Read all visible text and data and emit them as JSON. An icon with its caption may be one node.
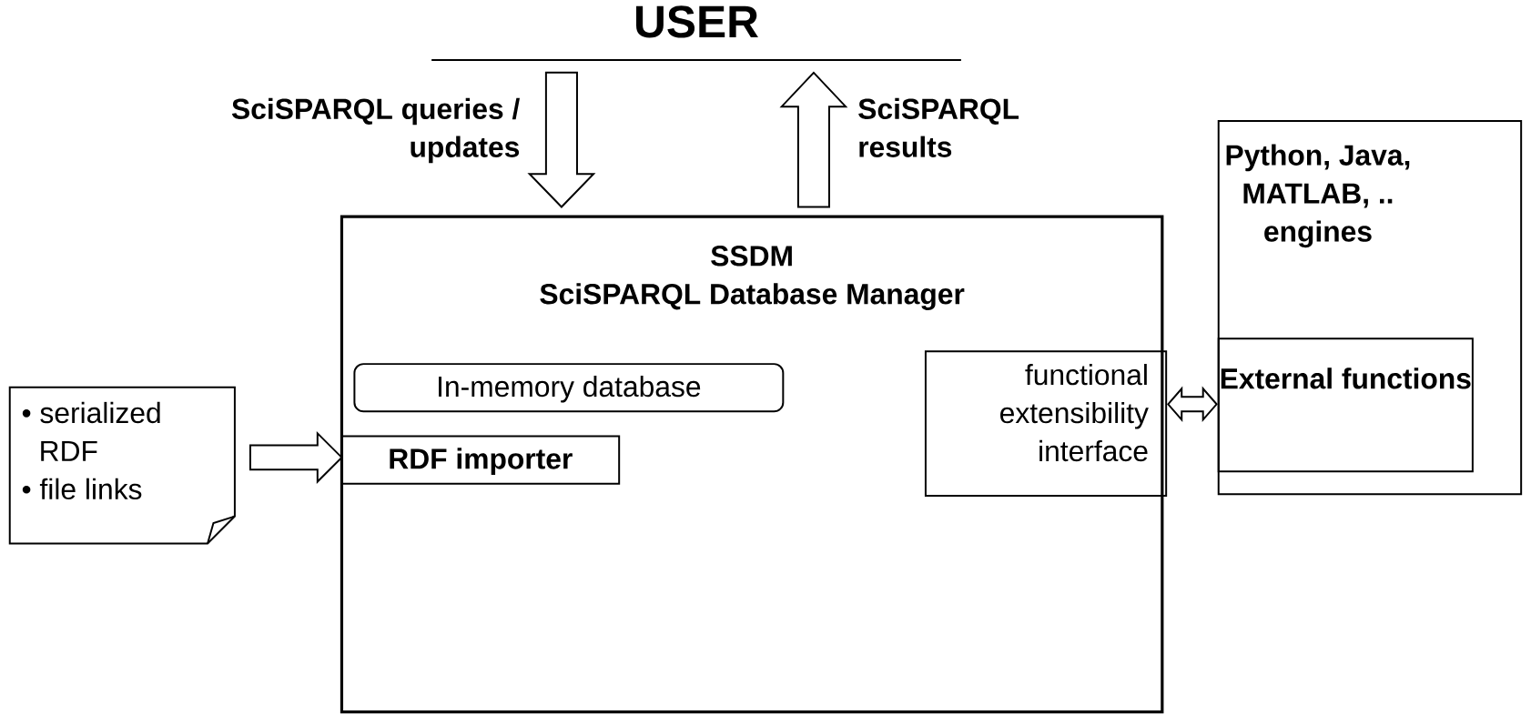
{
  "diagram": {
    "nodes": [
      {
        "text": [
          "USER"
        ]
      },
      {
        "text": [
          "SSDM",
          "SciSPARQL Database Manager"
        ]
      },
      {
        "text": [
          "In-memory database"
        ],
        "in": 1
      },
      {
        "text": [
          "RDF importer"
        ],
        "in": 1
      },
      {
        "text": [
          "functional extensibility interface"
        ],
        "in": 1
      },
      {
        "text": [
          "• serialized RDF",
          "• file links"
        ]
      },
      {
        "text": [
          "Python, Java, MATLAB, .. engines"
        ]
      },
      {
        "text": [
          "External functions"
        ],
        "in": 6
      }
    ],
    "edges": [
      {
        "from": 0,
        "to": 1,
        "arrow": "to",
        "label": "SciSPARQL queries / updates"
      },
      {
        "from": 1,
        "to": 0,
        "arrow": "to",
        "label": "SciSPARQL results"
      },
      {
        "from": 5,
        "to": 3,
        "arrow": "to"
      },
      {
        "from": 4,
        "to": 7,
        "arrow": "both"
      }
    ]
  }
}
